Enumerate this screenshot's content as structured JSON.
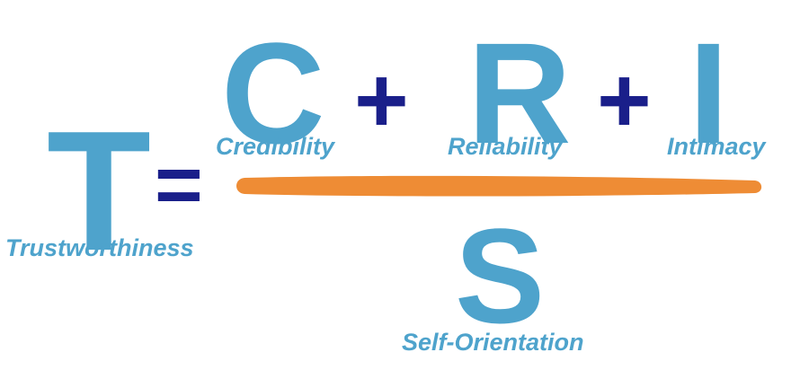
{
  "formula": {
    "trust": {
      "letter": "T",
      "label": "Trustworthiness"
    },
    "equals": "=",
    "numerator": [
      {
        "letter": "C",
        "label": "Credibility"
      },
      {
        "letter": "R",
        "label": "Reliability"
      },
      {
        "letter": "I",
        "label": "Intimacy"
      }
    ],
    "plus": "+",
    "denominator": {
      "letter": "S",
      "label": "Self-Orientation"
    }
  },
  "colors": {
    "letters": "#4ea3cc",
    "operators": "#1a1f8a",
    "fraction_bar": "#ee8c35"
  }
}
